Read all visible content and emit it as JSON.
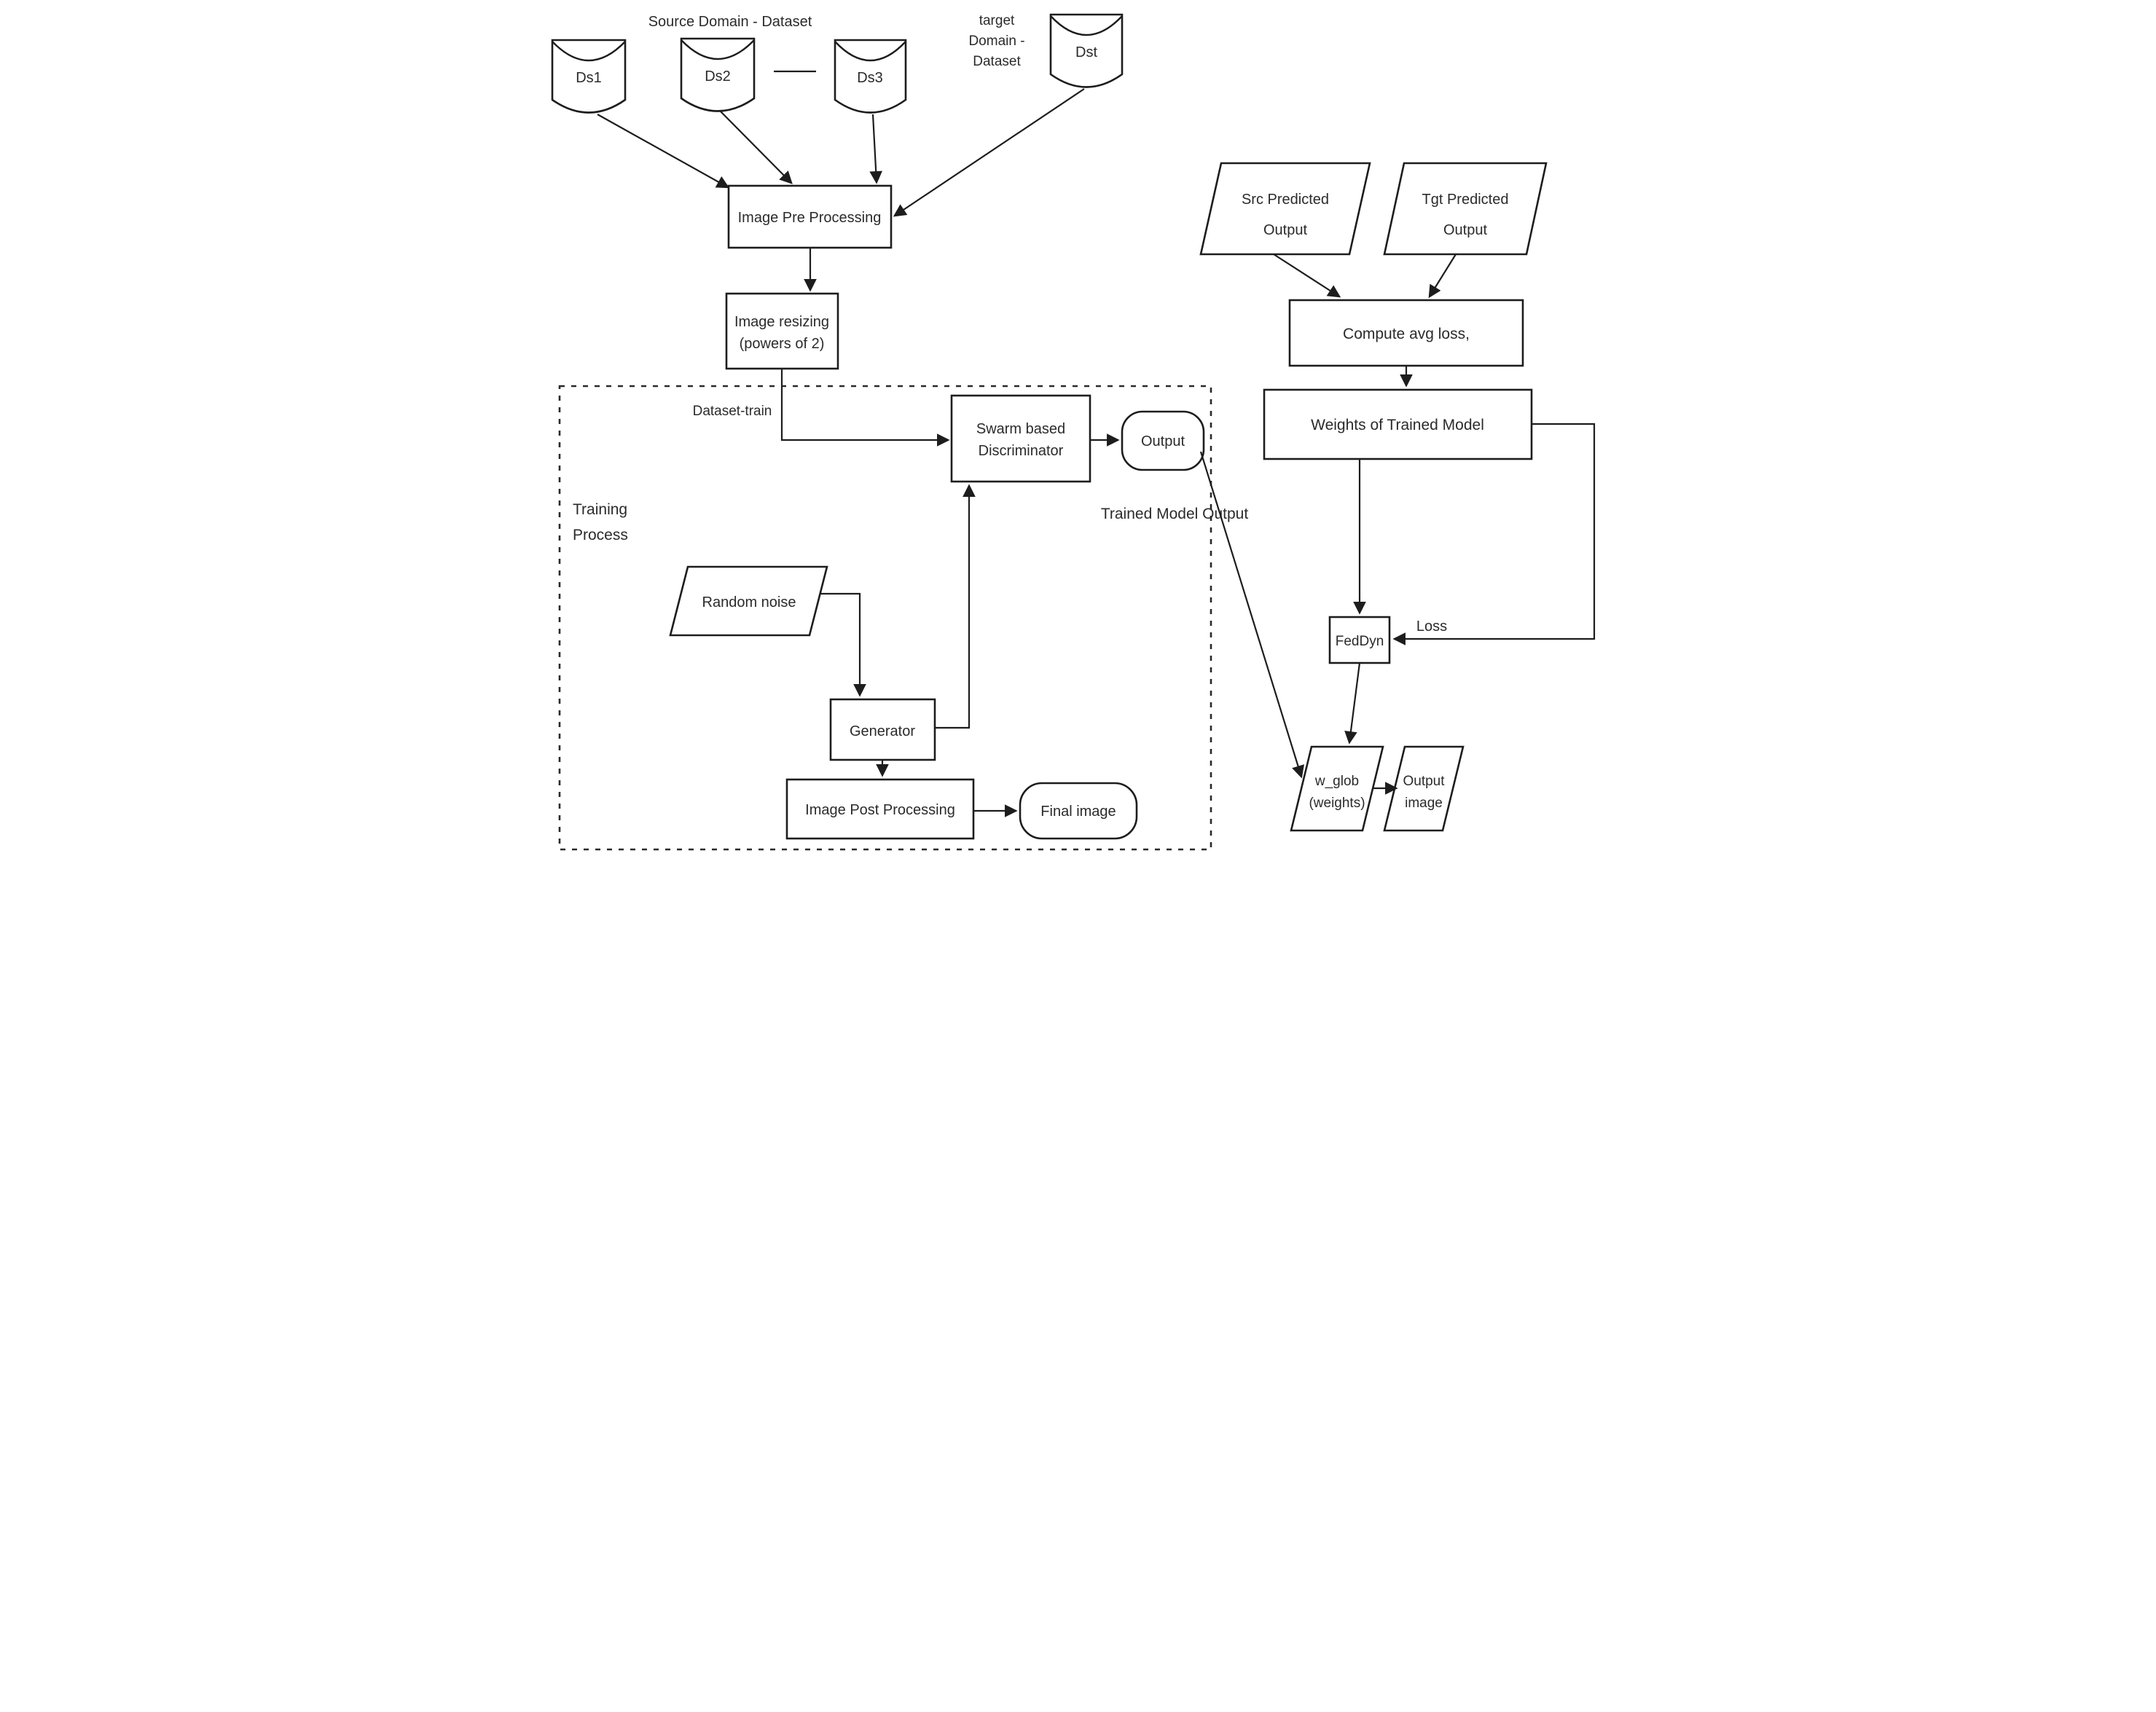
{
  "diagram": {
    "labels": {
      "source_domain": "Source Domain - Dataset",
      "target_domain_l1": "target",
      "target_domain_l2": "Domain -",
      "target_domain_l3": "Dataset",
      "dataset_train": "Dataset-train",
      "training_process_l1": "Training",
      "training_process_l2": "Process",
      "trained_model_output": "Trained Model Output",
      "loss": "Loss"
    },
    "nodes": {
      "ds1": "Ds1",
      "ds2": "Ds2",
      "ds3": "Ds3",
      "dst": "Dst",
      "image_pre_processing": "Image Pre Processing",
      "image_resizing_l1": "Image resizing",
      "image_resizing_l2": "(powers of 2)",
      "swarm_l1": "Swarm based",
      "swarm_l2": "Discriminator",
      "output": "Output",
      "random_noise": "Random noise",
      "generator": "Generator",
      "image_post_processing": "Image Post Processing",
      "final_image": "Final image",
      "src_predicted_l1": "Src Predicted",
      "src_predicted_l2": "Output",
      "tgt_predicted_l1": "Tgt Predicted",
      "tgt_predicted_l2": "Output",
      "compute_avg_loss": "Compute avg loss,",
      "weights_trained_model": "Weights of Trained Model",
      "feddyn": "FedDyn",
      "w_glob_l1": "w_glob",
      "w_glob_l2": "(weights)",
      "output_image_l1": "Output",
      "output_image_l2": "image"
    },
    "colors": {
      "stroke": "#1d1d1d",
      "text": "#2b2b2b",
      "background": "#ffffff"
    }
  }
}
